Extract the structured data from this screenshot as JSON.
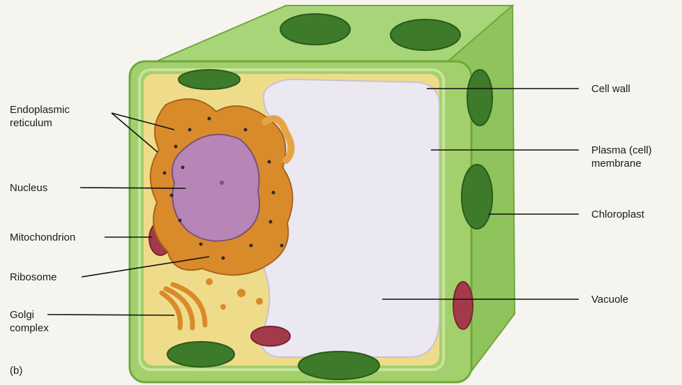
{
  "figure": {
    "panel_letter": "(b)",
    "labels": {
      "endoplasmic_reticulum": "Endoplasmic\nreticulum",
      "nucleus": "Nucleus",
      "mitochondrion": "Mitochondrion",
      "ribosome": "Ribosome",
      "golgi_complex": "Golgi\ncomplex",
      "cell_wall": "Cell wall",
      "plasma_membrane": "Plasma (cell)\nmembrane",
      "chloroplast": "Chloroplast",
      "vacuole": "Vacuole"
    }
  },
  "colors": {
    "cell_wall_green": "#9fcf6a",
    "cell_wall_dark": "#6fa83d",
    "cytoplasm": "#efdc8a",
    "er_orange": "#d98a2b",
    "nucleus_purple": "#b786b6",
    "chloroplast_green": "#3d7a2a",
    "mitochondrion_red": "#a33a4a",
    "vacuole": "#ece8f2"
  }
}
